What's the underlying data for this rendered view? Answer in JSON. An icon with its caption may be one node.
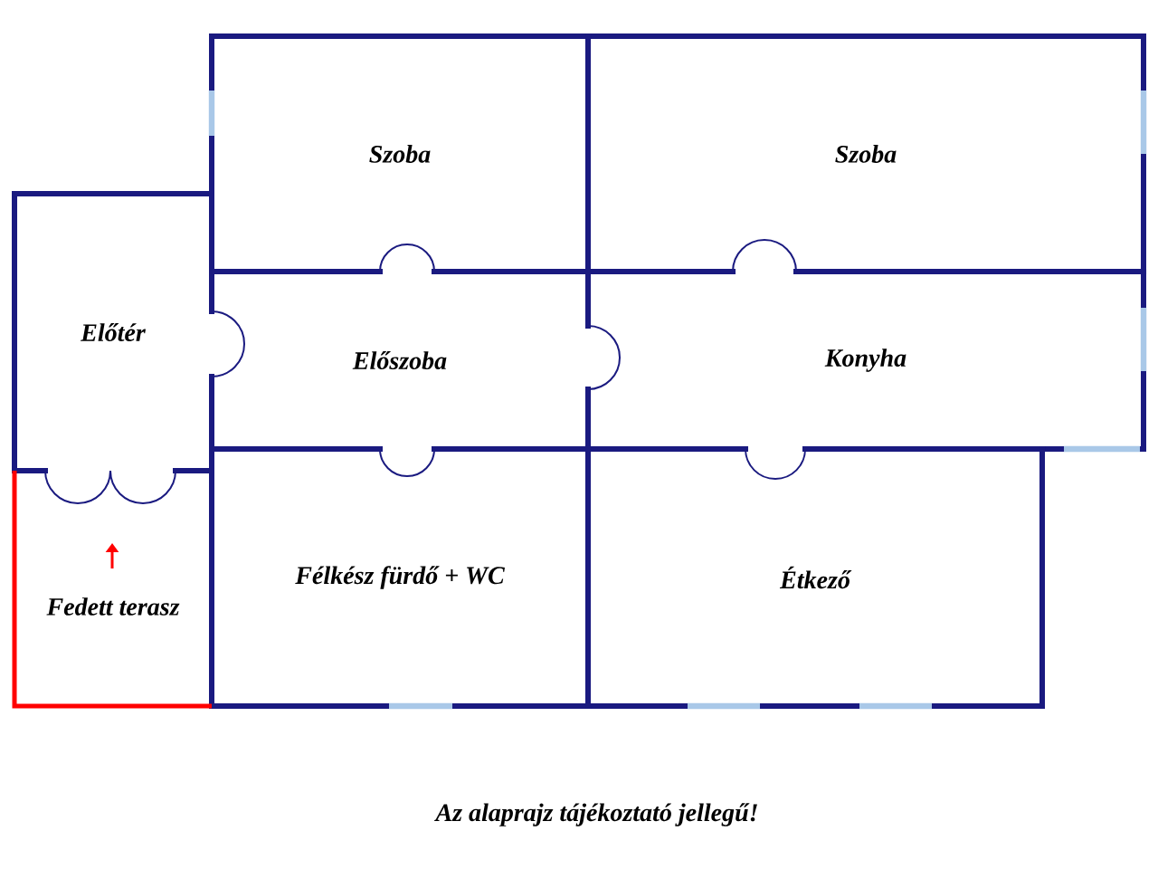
{
  "diagram": {
    "caption": "Az alaprajz tájékoztató jellegű!",
    "nodes": [
      {
        "text": [
          "Szoba"
        ]
      },
      {
        "text": [
          "Szoba"
        ]
      },
      {
        "text": [
          "Előtér"
        ]
      },
      {
        "text": [
          "Előszoba"
        ]
      },
      {
        "text": [
          "Konyha"
        ]
      },
      {
        "text": [
          "Félkész fürdő + WC"
        ]
      },
      {
        "text": [
          "Étkező"
        ]
      },
      {
        "text": [
          "Fedett terasz"
        ]
      }
    ]
  }
}
